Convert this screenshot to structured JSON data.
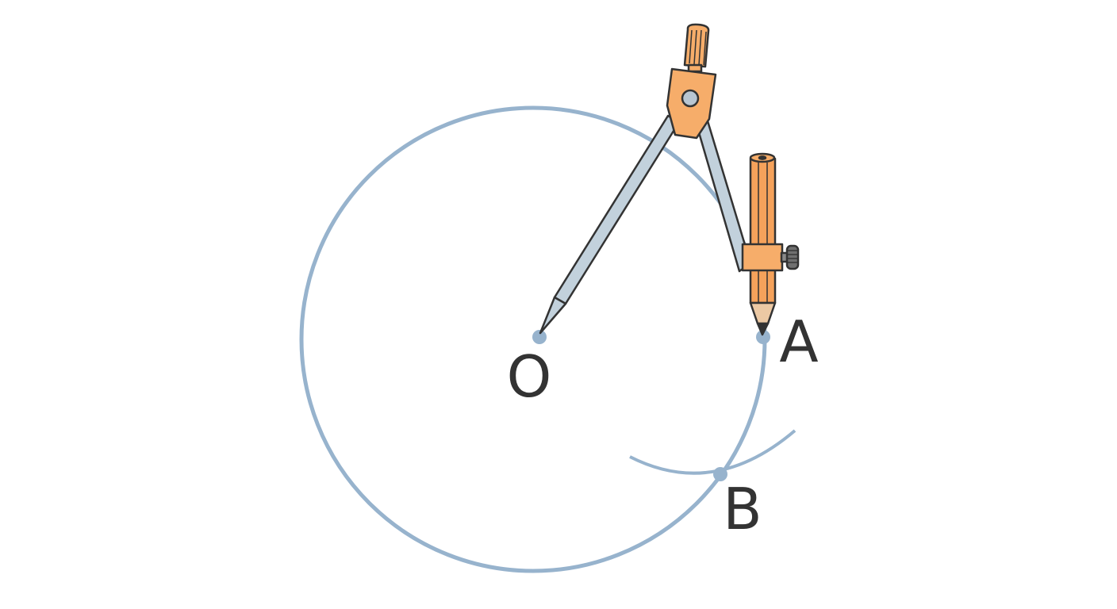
{
  "labels": {
    "center": "O",
    "point_a": "A",
    "point_b": "B"
  },
  "colors": {
    "construction_line": "#97b3cd",
    "point_fill": "#97b3cd",
    "compass_metal": "#c2d1dc",
    "compass_orange": "#f6ad6a",
    "pencil_body": "#f5a25b",
    "pencil_wood": "#ecc9a4",
    "outline": "#333333",
    "label_text": "#333333"
  },
  "icons": {
    "tool": "compass-icon",
    "pencil": "pencil-icon"
  }
}
